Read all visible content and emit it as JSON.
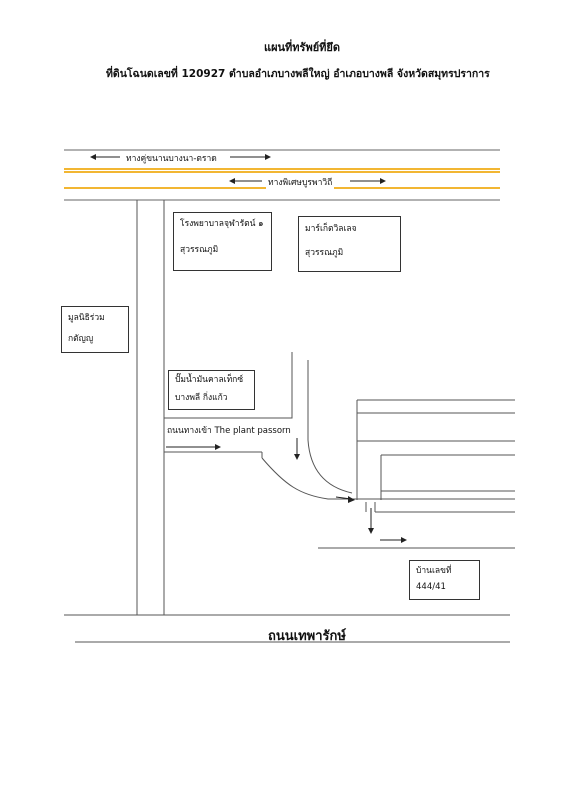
{
  "title": "แผนที่ทรัพย์ที่ยึด",
  "subtitle": "ที่ดินโฉนดเลขที่  120927 ตำบลอำเภบางพลีใหญ่ อำเภอบางพลี จังหวัดสมุทรปราการ",
  "roads": {
    "top_road": "ทางคู่ขนานบางนา-ตราด",
    "expressway": "ทางพิเศษบูรพาวิถี",
    "entrance_road": "ถนนทางเข้า The plant passorn",
    "bottom_road": "ถนนเทพารักษ์"
  },
  "places": {
    "hospital": {
      "line1": "โรงพยาบาลจุฬารัตน์ ๑",
      "line2": "สุวรรณภูมิ"
    },
    "market": {
      "line1": "มาร์เก็ตวิลเลจ",
      "line2": "สุวรรณภูมิ"
    },
    "foundation": {
      "line1": "มูลนิธิร่วม",
      "line2": "กตัญญู"
    },
    "gas_station": {
      "line1": "ปั๊มน้ำมันคาลเท็กซ์",
      "line2": "บางพลี กิ่งแก้ว"
    },
    "house": {
      "line1": "บ้านเลขที่",
      "line2": "444/41"
    }
  },
  "colors": {
    "expressway_line": "#f2b632",
    "road_line": "#555555"
  }
}
